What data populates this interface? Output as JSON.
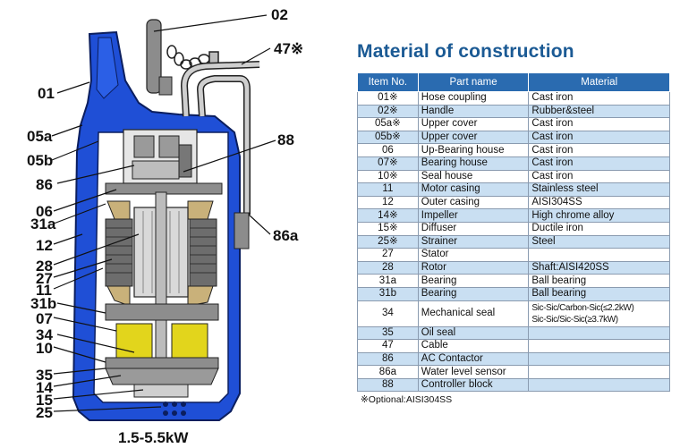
{
  "diagram": {
    "caption": "1.5-5.5kW",
    "callouts": {
      "left": [
        "01",
        "05a",
        "05b",
        "86",
        "06",
        "31a",
        "12",
        "28",
        "27",
        "11",
        "31b",
        "07",
        "34",
        "10",
        "35",
        "14",
        "15",
        "25"
      ],
      "top": "02",
      "top_right": "47※",
      "right_88": "88",
      "right_86a": "86a"
    }
  },
  "table": {
    "title": "Material of construction",
    "headers": [
      "Item No.",
      "Part name",
      "Material"
    ],
    "rows": [
      {
        "no": "01※",
        "part": "Hose coupling",
        "material": "Cast iron"
      },
      {
        "no": "02※",
        "part": "Handle",
        "material": "Rubber&steel"
      },
      {
        "no": "05a※",
        "part": "Upper cover",
        "material": "Cast iron"
      },
      {
        "no": "05b※",
        "part": "Upper cover",
        "material": "Cast iron"
      },
      {
        "no": "06",
        "part": "Up-Bearing house",
        "material": "Cast iron"
      },
      {
        "no": "07※",
        "part": "Bearing house",
        "material": "Cast iron"
      },
      {
        "no": "10※",
        "part": "Seal house",
        "material": "Cast iron"
      },
      {
        "no": "11",
        "part": "Motor casing",
        "material": "Stainless steel"
      },
      {
        "no": "12",
        "part": "Outer casing",
        "material": "AISI304SS"
      },
      {
        "no": "14※",
        "part": "Impeller",
        "material": "High chrome alloy"
      },
      {
        "no": "15※",
        "part": "Diffuser",
        "material": "Ductile iron"
      },
      {
        "no": "25※",
        "part": "Strainer",
        "material": "Steel"
      },
      {
        "no": "27",
        "part": "Stator",
        "material": ""
      },
      {
        "no": "28",
        "part": "Rotor",
        "material": "Shaft:AISI420SS"
      },
      {
        "no": "31a",
        "part": "Bearing",
        "material": "Ball bearing"
      },
      {
        "no": "31b",
        "part": "Bearing",
        "material": "Ball bearing"
      },
      {
        "no": "34",
        "part": "Mechanical seal",
        "material": "",
        "material_lines": [
          "Sic-Sic/Carbon-Sic(≤2.2kW)",
          "Sic-Sic/Sic-Sic(≥3.7kW)"
        ]
      },
      {
        "no": "35",
        "part": "Oil seal",
        "material": ""
      },
      {
        "no": "47",
        "part": "Cable",
        "material": ""
      },
      {
        "no": "86",
        "part": "AC Contactor",
        "material": ""
      },
      {
        "no": "86a",
        "part": "Water level sensor",
        "material": ""
      },
      {
        "no": "88",
        "part": "Controller block",
        "material": ""
      }
    ],
    "note": "※Optional:AISI304SS"
  }
}
